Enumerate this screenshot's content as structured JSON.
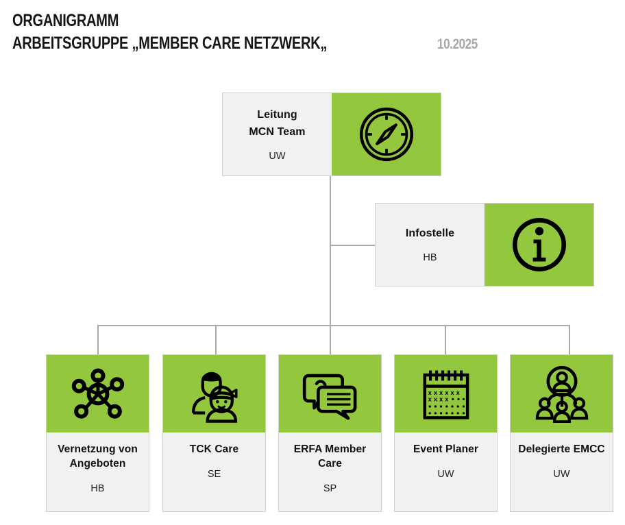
{
  "header": {
    "line1": "ORGANIGRAMM",
    "line2": "ARBEITSGRUPPE „MEMBER CARE NETZWERK„",
    "date": "10.2025"
  },
  "theme": {
    "green": "#93c83e",
    "panel_gray": "#f1f1f1",
    "border_gray": "#cfcfcf",
    "connector_gray": "#a9a9a9",
    "date_gray": "#a8a8a8",
    "text_black": "#111111"
  },
  "chart": {
    "root": {
      "title": "Leitung",
      "title2": "MCN Team",
      "initials": "UW",
      "icon": "compass-icon"
    },
    "staff": {
      "title": "Infostelle",
      "initials": "HB",
      "icon": "info-icon"
    },
    "units": [
      {
        "title": "Vernetzung von",
        "title2": "Angeboten",
        "initials": "HB",
        "icon": "network-hub-icon"
      },
      {
        "title": "TCK Care",
        "title2": "",
        "initials": "SE",
        "icon": "two-children-icon"
      },
      {
        "title": "ERFA Member",
        "title2": "Care",
        "initials": "SP",
        "icon": "speech-bubbles-icon"
      },
      {
        "title": "Event Planer",
        "title2": "",
        "initials": "UW",
        "icon": "calendar-icon"
      },
      {
        "title": "Delegierte EMCC",
        "title2": "",
        "initials": "UW",
        "icon": "org-people-icon"
      }
    ]
  }
}
